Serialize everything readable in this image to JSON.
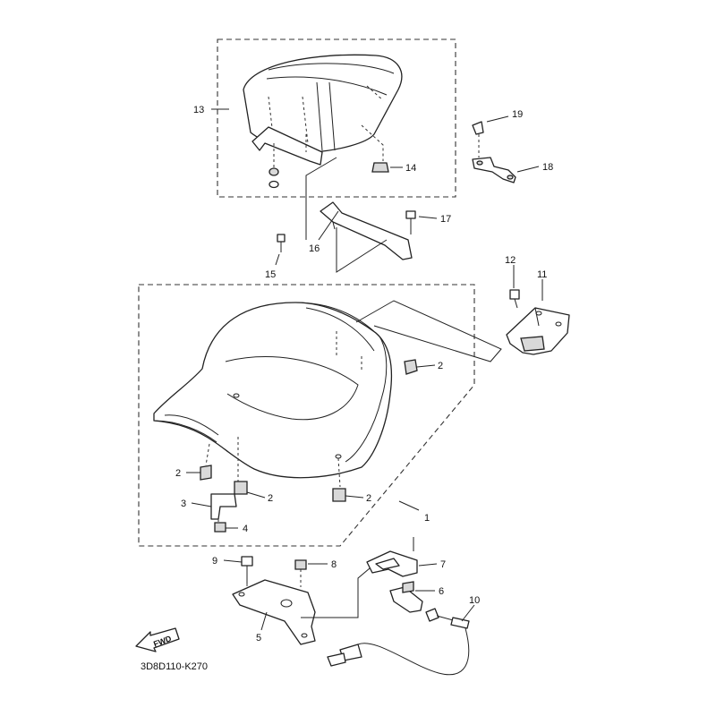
{
  "diagram_code": "3D8D110-K270",
  "fwd_label": "FWD",
  "callouts": {
    "c1": "1",
    "c2a": "2",
    "c2b": "2",
    "c2c": "2",
    "c2d": "2",
    "c3": "3",
    "c4": "4",
    "c5": "5",
    "c6": "6",
    "c7": "7",
    "c8": "8",
    "c9": "9",
    "c10": "10",
    "c11": "11",
    "c12": "12",
    "c13": "13",
    "c14": "14",
    "c15": "15",
    "c16": "16",
    "c17": "17",
    "c18": "18",
    "c19": "19"
  }
}
